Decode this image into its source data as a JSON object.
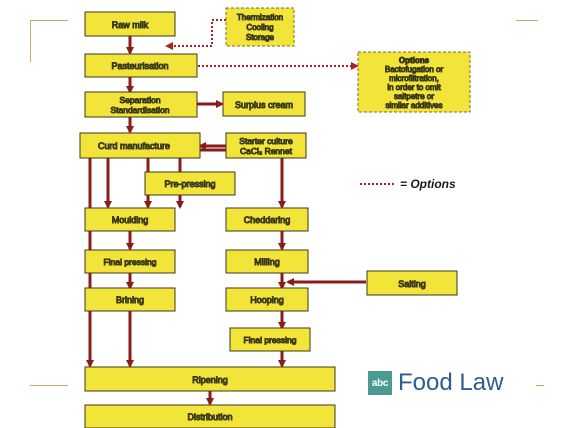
{
  "slide": {
    "logo": {
      "badge": "abc",
      "text": "Food Law"
    },
    "legend": {
      "label": "= Options"
    }
  },
  "diagram": {
    "nodes": {
      "raw_milk": "Raw milk",
      "thermization": [
        "Thermization",
        "Cooling",
        "Storage"
      ],
      "pasteurisation": "Pasteurisation",
      "options": [
        "Options",
        "Bactofugation or",
        "microfiltration,",
        "in order to omit",
        "saltpetre or",
        "similar additives"
      ],
      "separation": [
        "Separation",
        "Standardisation"
      ],
      "surplus_cream": "Surplus cream",
      "curd_manufacture": "Curd manufacture",
      "starter_culture": [
        "Starter culture",
        "CaCl₂ Rennet"
      ],
      "pre_pressing": "Pre-pressing",
      "moulding": "Moulding",
      "cheddaring": "Cheddaring",
      "final_pressing_left": "Final pressing",
      "milling": "Milling",
      "salting": "Salting",
      "brining": "Brining",
      "hooping": "Hooping",
      "final_pressing_right": "Final pressing",
      "ripening": "Ripening",
      "distribution": "Distribution"
    }
  },
  "colors": {
    "box_fill": "#f3e43a",
    "box_stroke": "#3a3a1a",
    "arrow": "#8a1c1c",
    "dotted": "#b02020",
    "frame": "#c9a96a",
    "logo_badge": "#4a9a8f",
    "logo_text": "#2e5d8f"
  }
}
